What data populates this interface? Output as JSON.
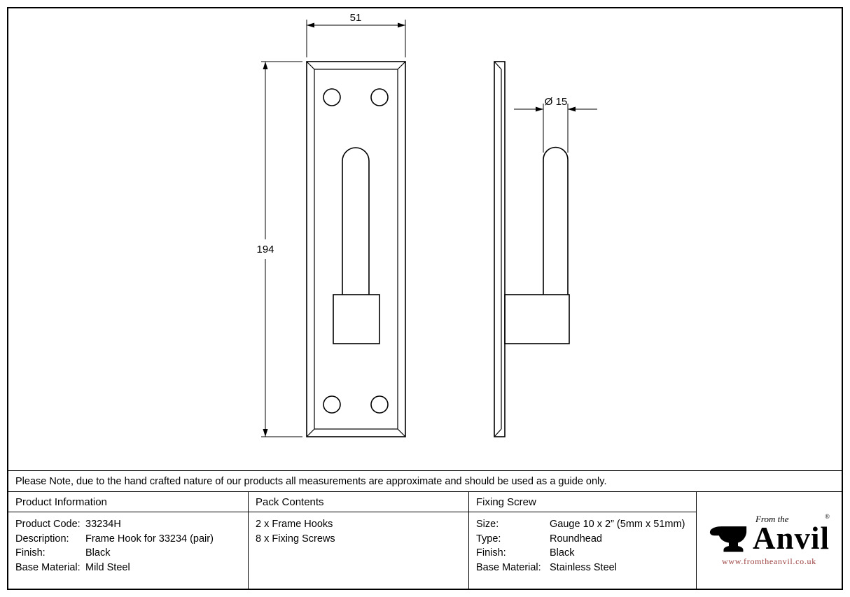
{
  "drawing": {
    "width_dim": "51",
    "height_dim": "194",
    "diameter_dim": "Ø 15"
  },
  "note": "Please Note, due to the hand crafted nature of our products all measurements are approximate and should be used as a guide only.",
  "table": {
    "product_information": {
      "header": "Product Information",
      "rows": [
        {
          "label": "Product Code:",
          "value": "33234H"
        },
        {
          "label": "Description:",
          "value": "Frame Hook for 33234 (pair)"
        },
        {
          "label": "Finish:",
          "value": "Black"
        },
        {
          "label": "Base Material:",
          "value": "Mild Steel"
        }
      ]
    },
    "pack_contents": {
      "header": "Pack Contents",
      "items": [
        "2 x Frame Hooks",
        "8 x Fixing Screws"
      ]
    },
    "fixing_screw": {
      "header": "Fixing Screw",
      "rows": [
        {
          "label": "Size:",
          "value": "Gauge 10 x 2” (5mm x 51mm)"
        },
        {
          "label": "Type:",
          "value": "Roundhead"
        },
        {
          "label": "Finish:",
          "value": "Black"
        },
        {
          "label": "Base Material:",
          "value": "Stainless Steel"
        }
      ]
    }
  },
  "brand": {
    "tagline": "From the",
    "registered": "®",
    "name": "Anvil",
    "url": "www.fromtheanvil.co.uk",
    "url_color": "#9c3f3f",
    "line_color": "#000000"
  }
}
